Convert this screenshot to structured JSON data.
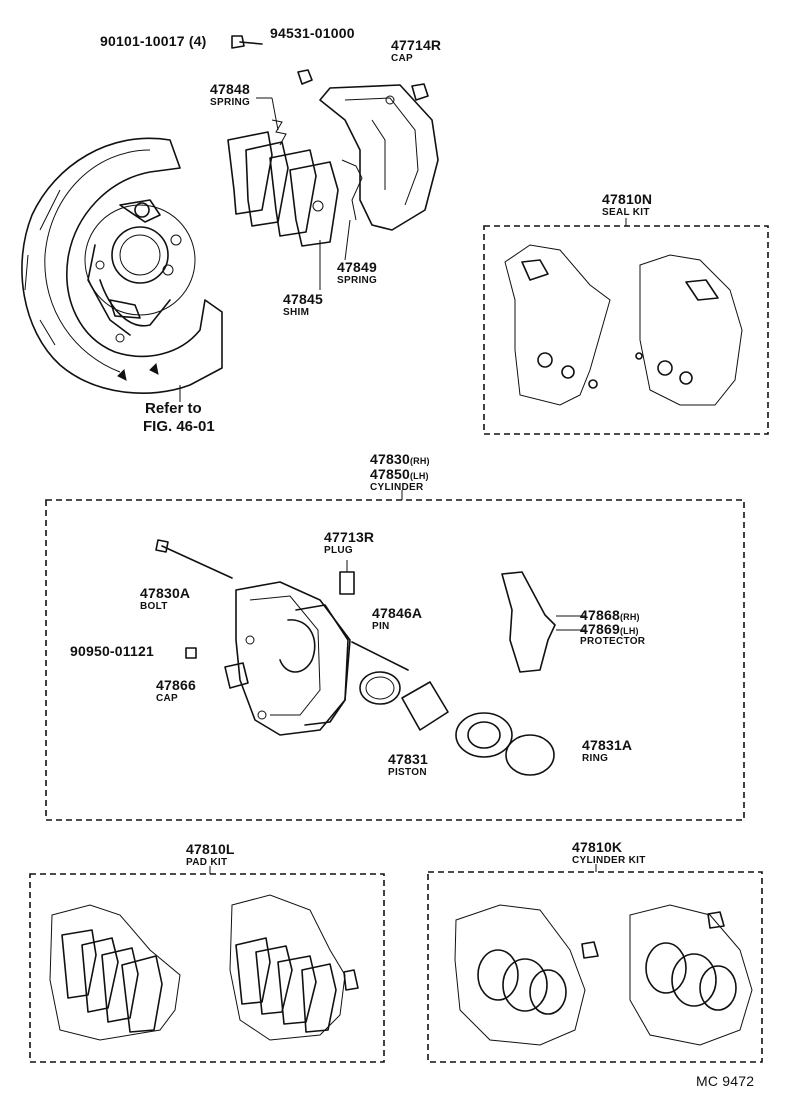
{
  "parts": {
    "bolt_4": {
      "number": "90101-10017",
      "qty": "(4)"
    },
    "nut_top": {
      "number": "94531-01000"
    },
    "cap_top": {
      "number": "47714R",
      "name": "CAP"
    },
    "spring_a": {
      "number": "47848",
      "name": "SPRING"
    },
    "spring_b": {
      "number": "47849",
      "name": "SPRING"
    },
    "shim": {
      "number": "47845",
      "name": "SHIM"
    },
    "seal_kit": {
      "number": "47810N",
      "name": "SEAL KIT"
    },
    "cylinder": {
      "number_rh": "47830",
      "suffix_rh": "(RH)",
      "number_lh": "47850",
      "suffix_lh": "(LH)",
      "name": "CYLINDER"
    },
    "plug": {
      "number": "47713R",
      "name": "PLUG"
    },
    "bolt": {
      "number": "47830A",
      "name": "BOLT"
    },
    "pin": {
      "number": "47846A",
      "name": "PIN"
    },
    "protector": {
      "number_rh": "47868",
      "suffix_rh": "(RH)",
      "number_lh": "47869",
      "suffix_lh": "(LH)",
      "name": "PROTECTOR"
    },
    "nut_bleeder": {
      "number": "90950-01121"
    },
    "cap_bleeder": {
      "number": "47866",
      "name": "CAP"
    },
    "piston": {
      "number": "47831",
      "name": "PISTON"
    },
    "ring": {
      "number": "47831A",
      "name": "RING"
    },
    "pad_kit": {
      "number": "47810L",
      "name": "PAD KIT"
    },
    "cylinder_kit": {
      "number": "47810K",
      "name": "CYLINDER KIT"
    }
  },
  "reference": {
    "line1": "Refer to",
    "line2": "FIG. 46-01"
  },
  "footer": {
    "code": "MC  9472"
  }
}
